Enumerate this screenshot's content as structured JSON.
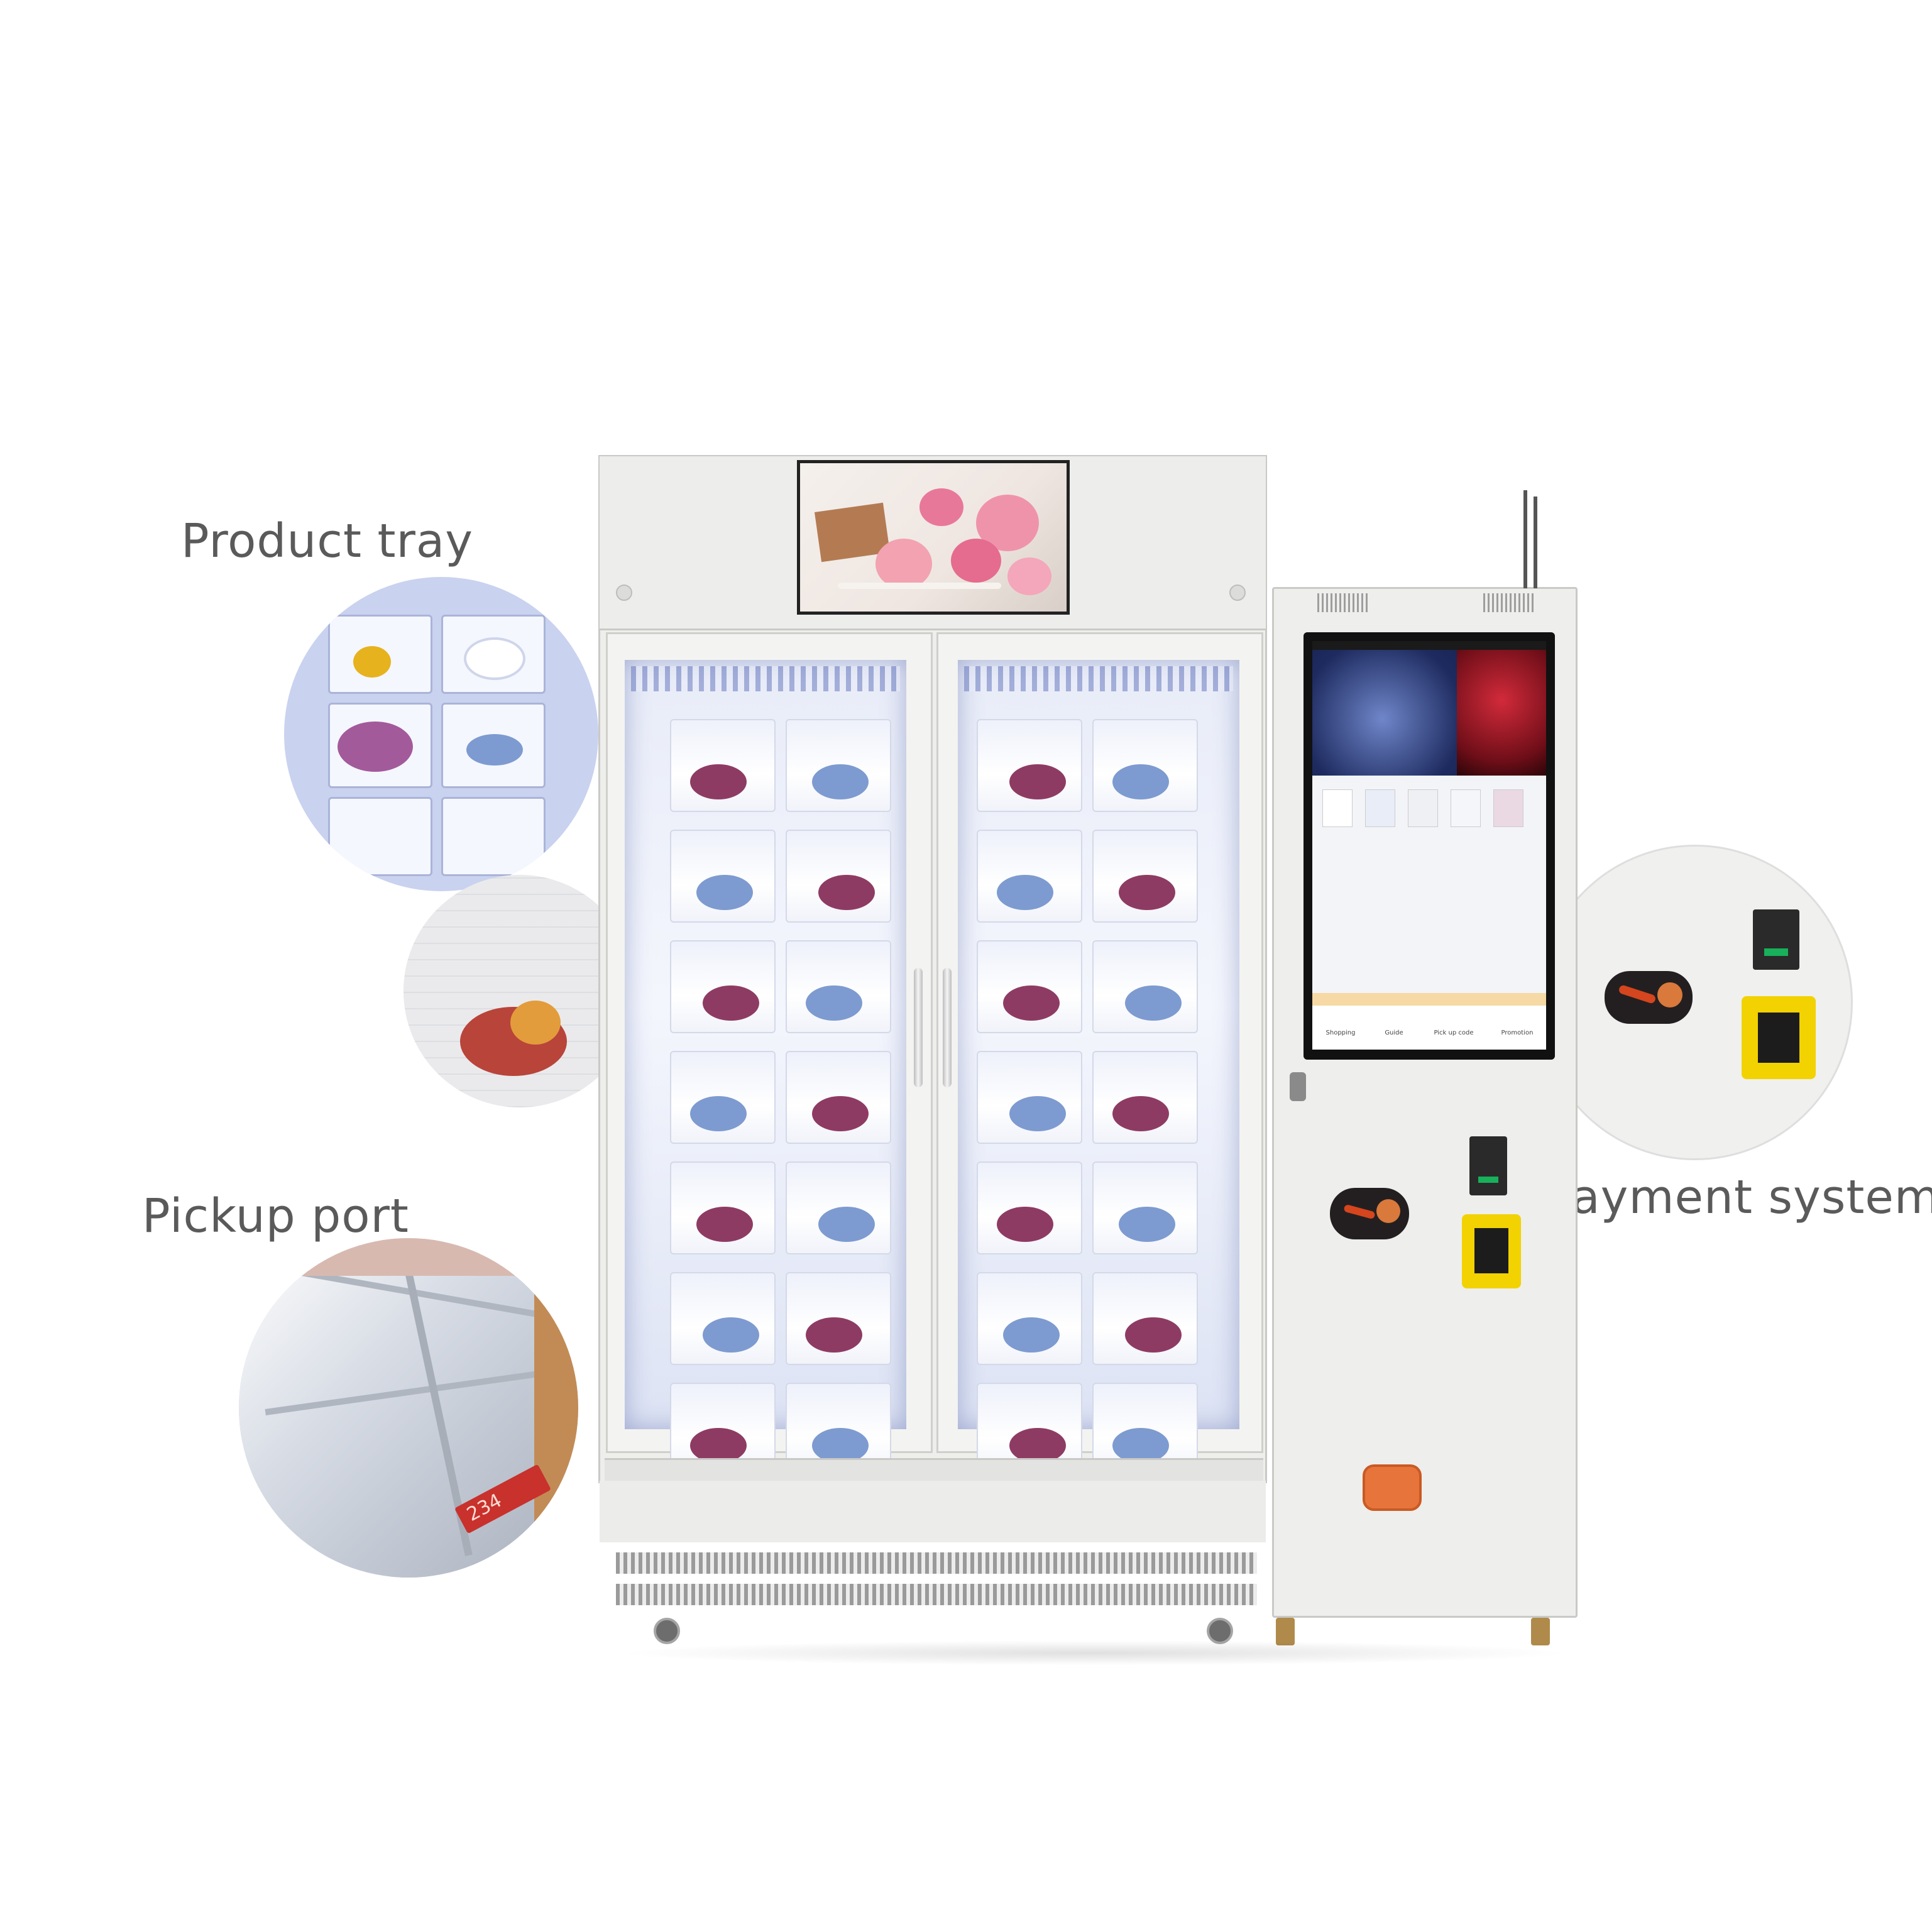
{
  "callouts": {
    "product_tray": "Product tray",
    "pickup_port": "Pickup port",
    "payment_system": "Payment  system"
  },
  "touchscreen": {
    "nav": [
      "Shopping",
      "Guide",
      "Pick up code",
      "Promotion"
    ]
  },
  "pickup_label": "234",
  "icons": [
    "door-handle-icon",
    "coin-slot-icon",
    "card-reader-icon",
    "bill-acceptor-icon"
  ],
  "colors": {
    "cabinet": "#eeeeec",
    "glow": "#3c4fa8",
    "bill_acceptor": "#f2d200",
    "coin_slot_accent": "#d5451e",
    "callout_text": "#5a5a5a"
  }
}
